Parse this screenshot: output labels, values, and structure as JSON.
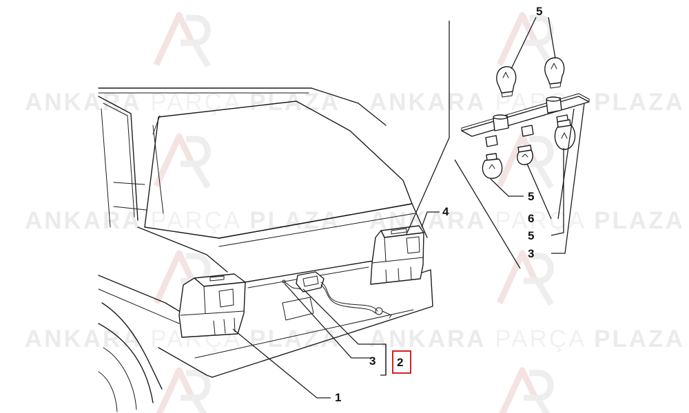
{
  "watermark": {
    "brand_bold_1": "ANKARA",
    "brand_light": "PARÇA",
    "brand_bold_2": "PLAZA",
    "logo_icon": "ap-monogram-icon"
  },
  "callouts": {
    "rear_lamp_left": "1",
    "plate_light_assembly": "2",
    "plate_light_cable": "3",
    "rear_lamp_right": "4",
    "bulb_top": "5",
    "bulb_lower_left": "5",
    "bulb_holder": "6",
    "bulb_lower_right": "5",
    "lamp_holder_plate": "3"
  },
  "colors": {
    "highlight": "#d32020",
    "line": "#1a1a1a",
    "watermark": "#efefef"
  }
}
